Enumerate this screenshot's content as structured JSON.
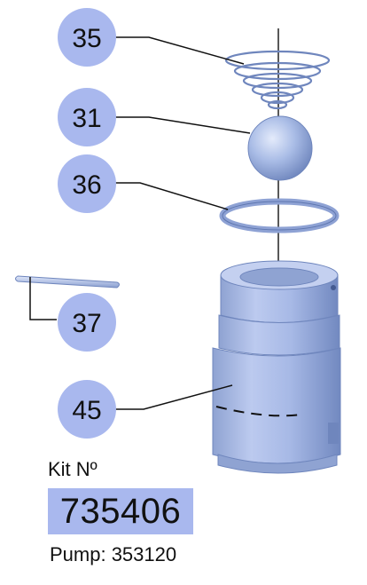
{
  "callouts": [
    {
      "number": "35",
      "part": "spring"
    },
    {
      "number": "31",
      "part": "ball"
    },
    {
      "number": "36",
      "part": "o-ring"
    },
    {
      "number": "37",
      "part": "pin"
    },
    {
      "number": "45",
      "part": "valve-housing"
    }
  ],
  "kit": {
    "label": "Kit Nº",
    "number": "735406"
  },
  "pump": {
    "text": "Pump: 353120"
  },
  "colors": {
    "callout_circle": "#a9b8ee",
    "part_fill": "#a8bbe6",
    "part_shade": "#7f95c8",
    "kit_box": "#a9b8ee",
    "leader_line": "#111111"
  }
}
